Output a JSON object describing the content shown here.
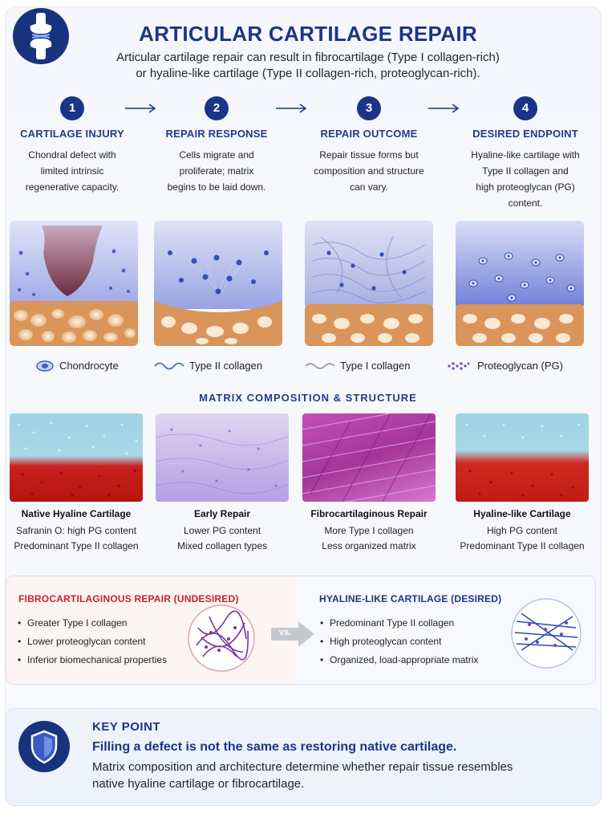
{
  "header": {
    "title": "ARTICULAR CARTILAGE REPAIR",
    "subtitle_line1": "Articular cartilage repair can result in fibrocartilage (Type I collagen-rich)",
    "subtitle_line2": "or hyaline-like cartilage (Type II collagen-rich, proteoglycan-rich).",
    "logo_icon": "knee-joint-icon"
  },
  "steps": [
    {
      "number": "1",
      "title": "CARTILAGE INJURY",
      "desc": [
        "Chondral defect with",
        "limited intrinsic",
        "regenerative capacity."
      ]
    },
    {
      "number": "2",
      "title": "REPAIR RESPONSE",
      "desc": [
        "Cells migrate and",
        "proliferate; matrix",
        "begins to be laid down."
      ]
    },
    {
      "number": "3",
      "title": "REPAIR OUTCOME",
      "desc": [
        "Repair tissue forms but",
        "composition and structure",
        "can vary."
      ]
    },
    {
      "number": "4",
      "title": "DESIRED ENDPOINT",
      "desc": [
        "Hyaline-like cartilage with",
        "Type II collagen and",
        "high proteoglycan (PG)",
        "content."
      ]
    }
  ],
  "legend": [
    {
      "icon": "chondrocyte-icon",
      "label": "Chondrocyte",
      "color": "#3b5bc4"
    },
    {
      "icon": "type-ii-collagen-icon",
      "label": "Type II collagen",
      "color": "#4a6fd1"
    },
    {
      "icon": "type-i-collagen-icon",
      "label": "Type I collagen",
      "color": "#9a9a9a"
    },
    {
      "icon": "proteoglycan-icon",
      "label": "Proteoglycan (PG)",
      "color": "#7a3fb8"
    }
  ],
  "matrix_section": {
    "heading": "MATRIX COMPOSITION & STRUCTURE",
    "panels": [
      {
        "name": "Native Hyaline Cartilage",
        "lines": [
          "Safranin O: high PG content",
          "Predominant Type II collagen"
        ]
      },
      {
        "name": "Early Repair",
        "lines": [
          "Lower PG content",
          "Mixed collagen types"
        ]
      },
      {
        "name": "Fibrocartilaginous Repair",
        "lines": [
          "More Type I collagen",
          "Less organized matrix"
        ]
      },
      {
        "name": "Hyaline-like Cartilage",
        "lines": [
          "High PG content",
          "Predominant Type II collagen"
        ]
      }
    ]
  },
  "comparison": {
    "left": {
      "heading": "FIBROCARTILAGINOUS REPAIR (UNDESIRED)",
      "items": [
        "Greater Type I collagen",
        "Lower proteoglycan content",
        "Inferior biomechanical properties"
      ],
      "color": "#c0262d"
    },
    "vs_label": "vs.",
    "right": {
      "heading": "HYALINE-LIKE CARTILAGE (DESIRED)",
      "items": [
        "Predominant Type II collagen",
        "High proteoglycan content",
        "Organized, load-appropriate matrix"
      ],
      "color": "#1a3588"
    }
  },
  "key_point": {
    "heading": "KEY POINT",
    "bold": "Filling a defect is not the same as restoring native cartilage.",
    "body": "Matrix composition and architecture determine whether repair tissue resembles native hyaline cartilage or fibrocartilage.",
    "icon": "shield-icon"
  }
}
